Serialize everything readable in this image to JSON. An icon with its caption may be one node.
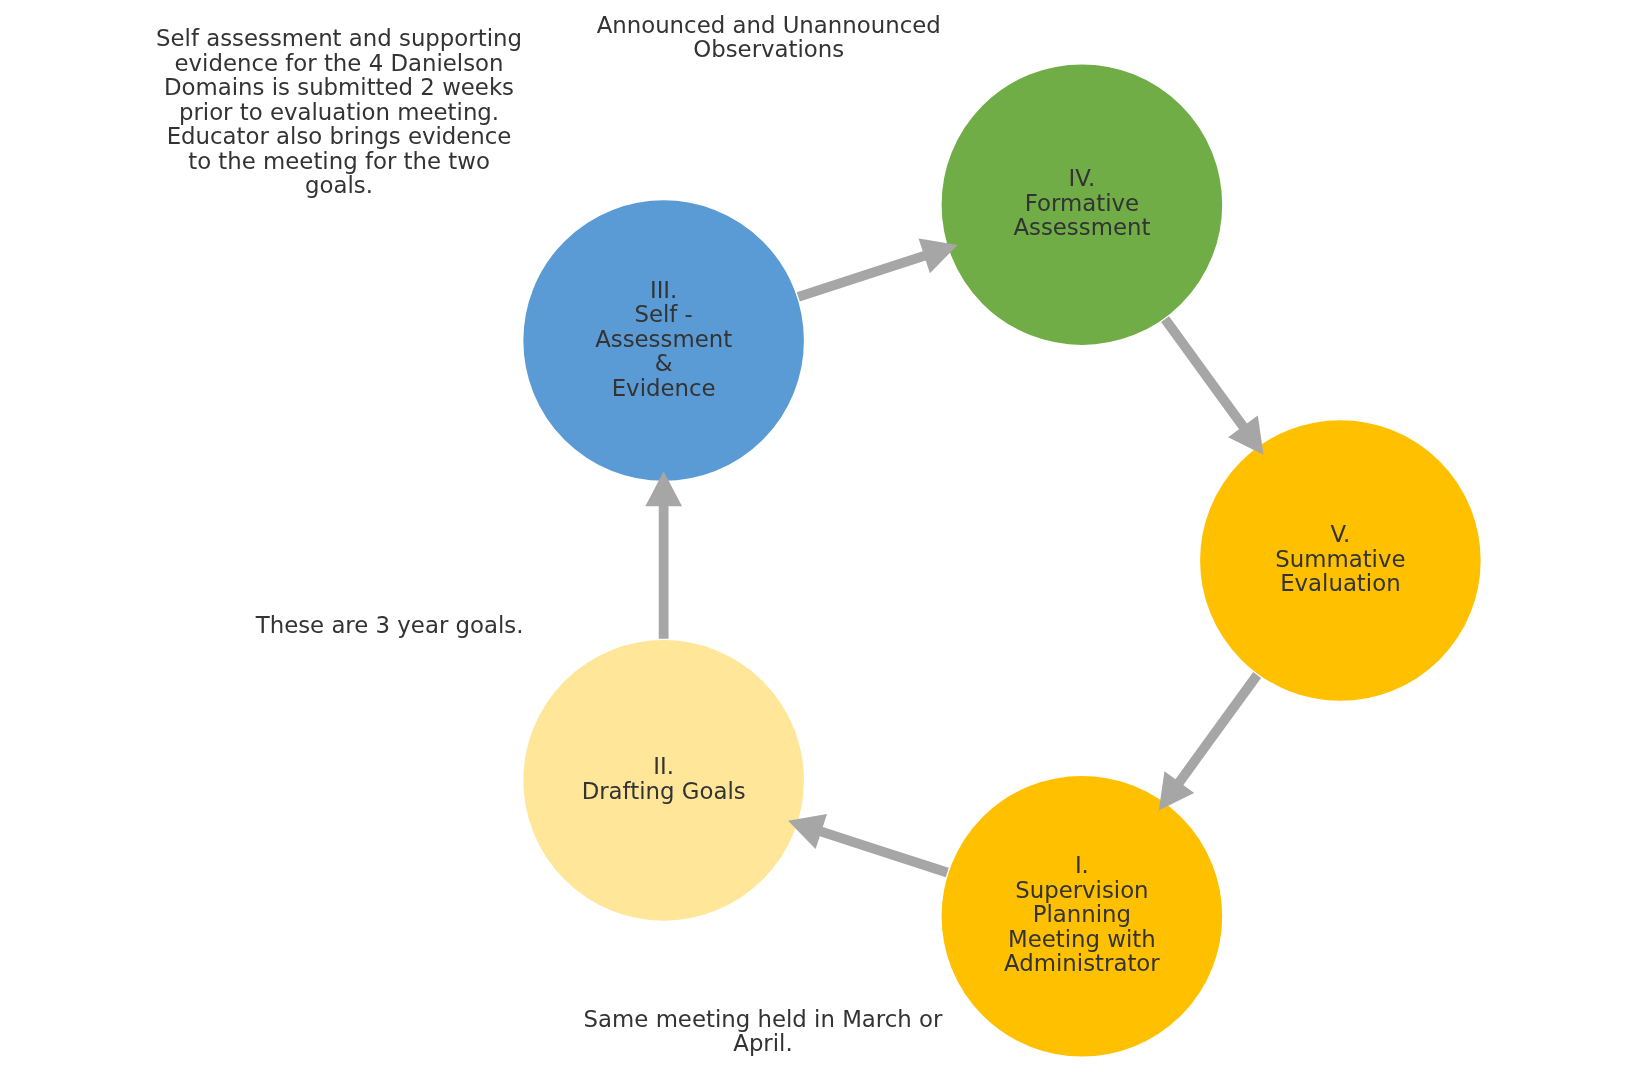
{
  "diagram": {
    "nodes": [
      {
        "text": [
          "I.",
          "Supervision Planning Meeting with Administrator"
        ],
        "beside": [
          "Same meeting held in March or April."
        ]
      },
      {
        "text": [
          "II.",
          "Drafting Goals"
        ],
        "beside": [
          "These are 3 year goals."
        ]
      },
      {
        "text": [
          "III.",
          "Self - Assessment",
          "&",
          "Evidence"
        ],
        "beside": [
          "Self assessment and supporting evidence for the 4 Danielson Domains is submitted 2 weeks prior to evaluation meeting. Educator also brings evidence to the meeting for the two goals."
        ]
      },
      {
        "text": [
          "IV.",
          "Formative Assessment"
        ],
        "beside": [
          "Announced and Unannounced Observations"
        ]
      },
      {
        "text": [
          "V.",
          "Summative Evaluation"
        ]
      }
    ],
    "edges": [
      {
        "from": 0,
        "to": 1,
        "arrow": "to"
      },
      {
        "from": 1,
        "to": 2,
        "arrow": "to"
      },
      {
        "from": 2,
        "to": 3,
        "arrow": "to"
      },
      {
        "from": 3,
        "to": 4,
        "arrow": "to"
      },
      {
        "from": 4,
        "to": 0,
        "arrow": "to"
      }
    ]
  }
}
